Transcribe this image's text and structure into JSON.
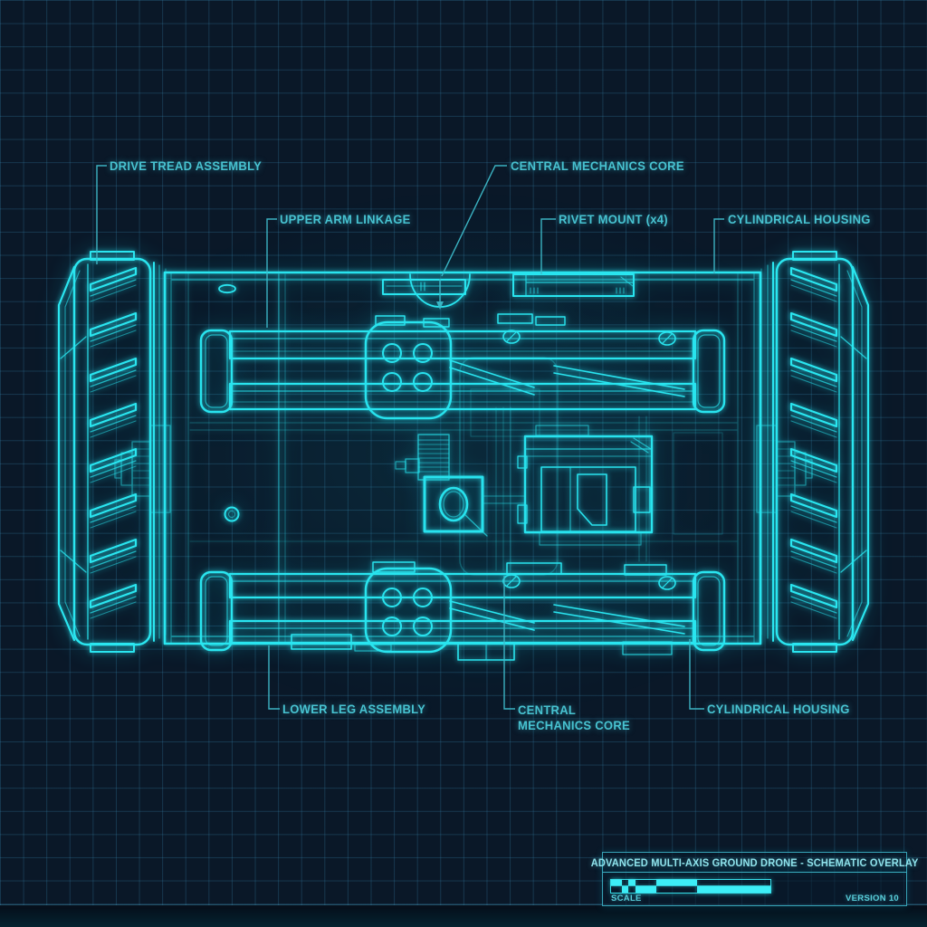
{
  "labels": {
    "drive_tread": "DRIVE TREAD ASSEMBLY",
    "upper_arm": "UPPER ARM LINKAGE",
    "central_core_top": "CENTRAL MECHANICS CORE",
    "rivet_mount": "RIVET MOUNT (x4)",
    "cyl_housing_top": "CYLINDRICAL HOUSING",
    "lower_leg": "LOWER LEG ASSEMBLY",
    "central_core_bottom_line1": "CENTRAL",
    "central_core_bottom_line2": "MECHANICS CORE",
    "cyl_housing_bottom": "CYLINDRICAL HOUSING"
  },
  "title_block": {
    "title": "ADVANCED MULTI-AXIS GROUND DRONE - SCHEMATIC OVERLAY",
    "scale_label": "SCALE",
    "version_label": "VERSION 10",
    "scale_bar": {
      "boundaries_pct": [
        0,
        6.8,
        10.8,
        15.4,
        28.5,
        53.7,
        100
      ],
      "top_fill": [
        1,
        0,
        1,
        0,
        1,
        0
      ],
      "bottom_fill": [
        0,
        1,
        0,
        1,
        0,
        1
      ]
    }
  },
  "colors": {
    "background": "#0a1828",
    "grid_line": "#1c4258",
    "drawing_line": "#2ae6f0",
    "label_text": "#48c3d1",
    "title_text": "#8fe3ec",
    "scale_fill": "#3deef7"
  }
}
